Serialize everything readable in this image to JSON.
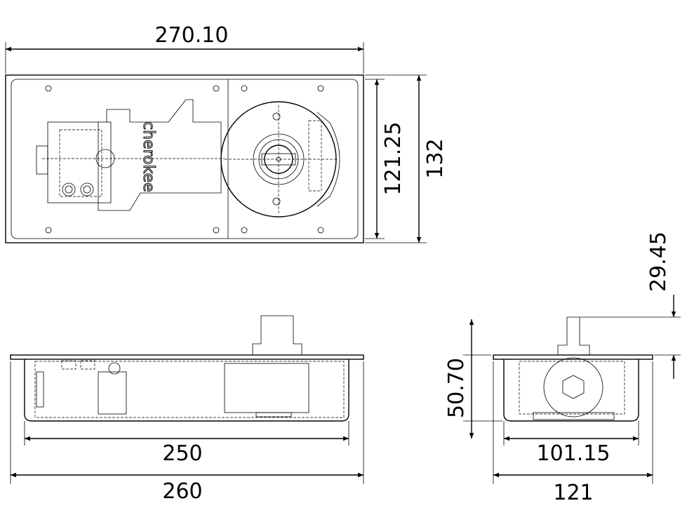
{
  "drawing": {
    "top_view": {
      "overall_length": "270.10",
      "inner_width": "121.25",
      "overall_width": "132",
      "logo": "cherokee"
    },
    "side_view": {
      "box_length": "250",
      "plate_length": "260"
    },
    "end_view": {
      "spindle_height": "29.45",
      "body_depth": "50.70",
      "box_width": "101.15",
      "plate_width": "121"
    }
  }
}
